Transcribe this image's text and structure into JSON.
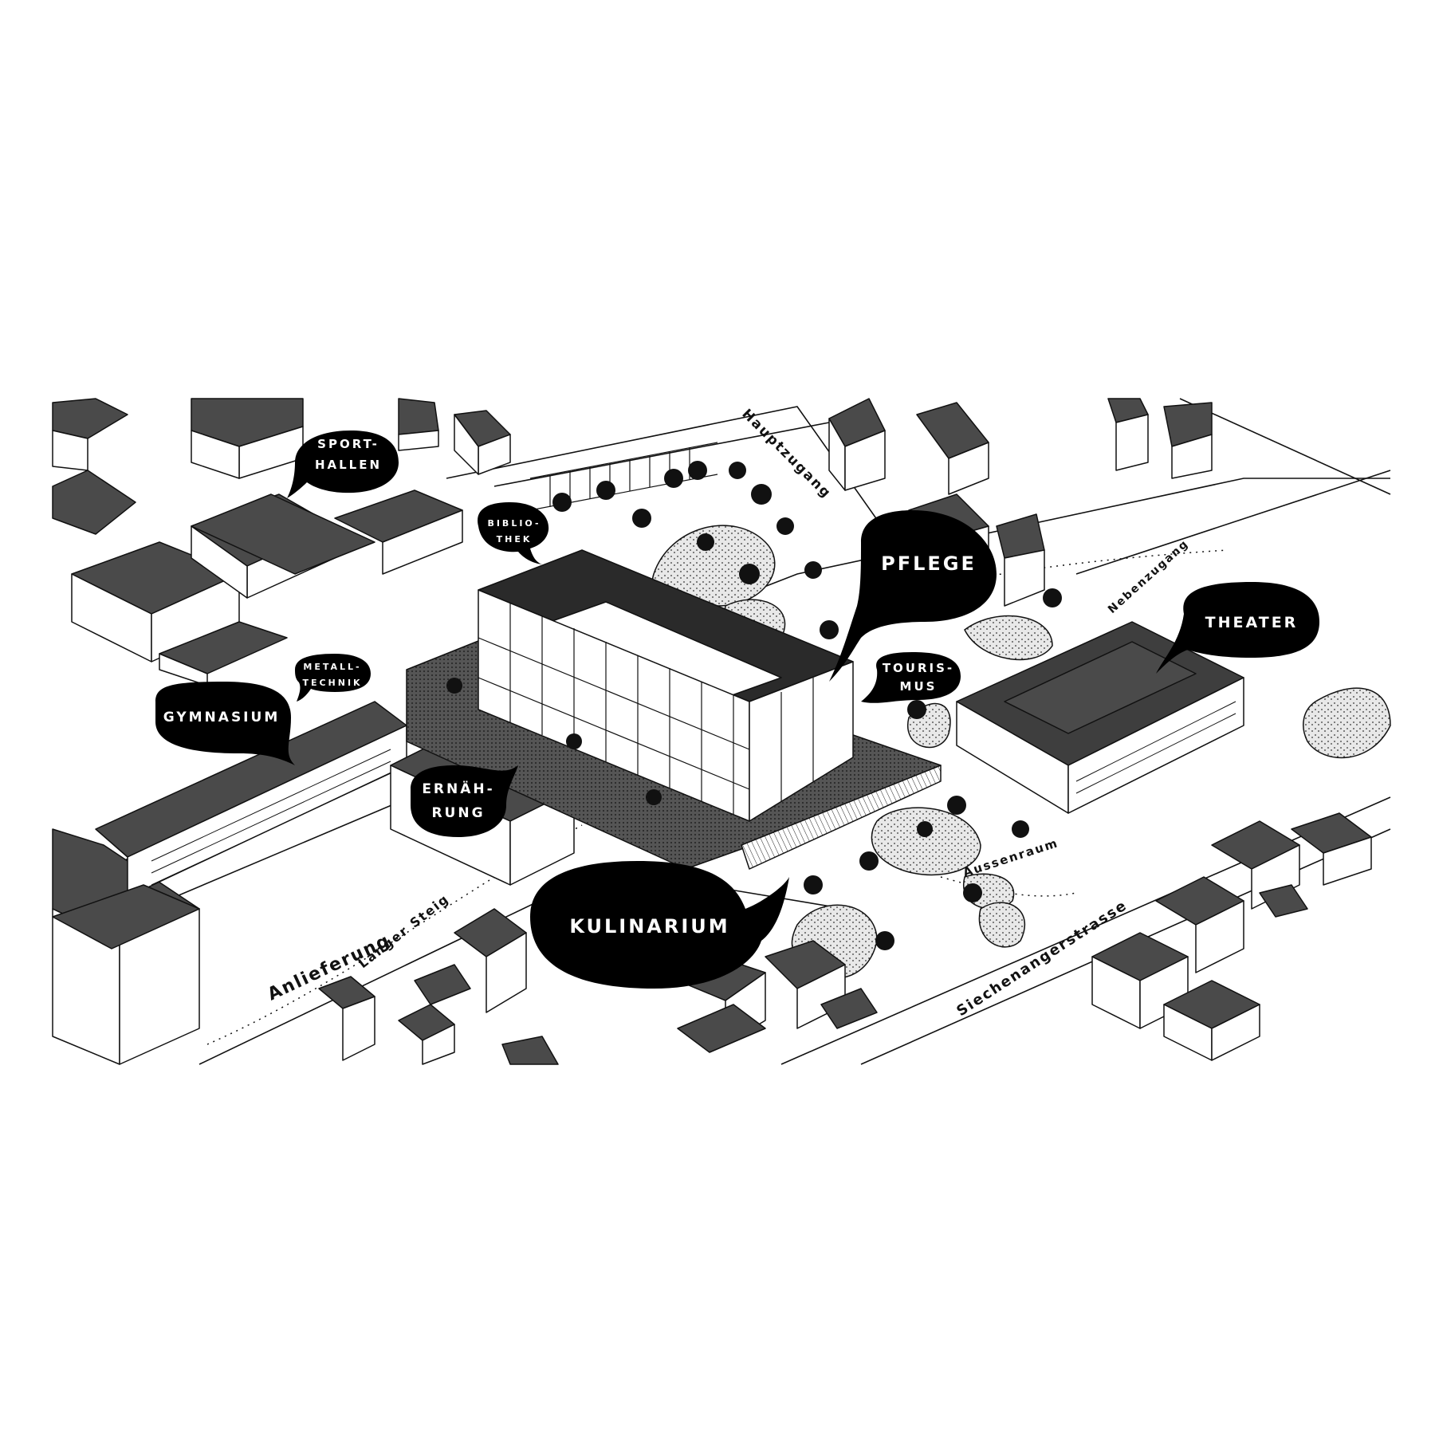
{
  "colors": {
    "ink": "#111111",
    "roof": "#4a4a4a",
    "wall": "#ffffff",
    "bubble": "#000000",
    "bubble_text": "#ffffff",
    "paper": "#ffffff"
  },
  "labels": {
    "sporthallen_1": "SPORT-",
    "sporthallen_2": "HALLEN",
    "bibliothek_1": "BIBLIO-",
    "bibliothek_2": "THEK",
    "pflege": "PFLEGE",
    "theater": "THEATER",
    "tourismus_1": "TOURIS-",
    "tourismus_2": "MUS",
    "metalltechnik_1": "METALL-",
    "metalltechnik_2": "TECHNIK",
    "gymnasium": "GYMNASIUM",
    "ernaehrung_1": "ERNÄH-",
    "ernaehrung_2": "RUNG",
    "kulinarium": "KULINARIUM"
  },
  "streets": {
    "hauptzugang": "Hauptzugang",
    "nebenzugang": "Nebenzugang",
    "aussenraum": "Aussenraum",
    "anlieferung": "Anlieferung",
    "langer_steig": "Langer Steig",
    "siechenangerstrasse": "Siechenangerstrasse"
  }
}
